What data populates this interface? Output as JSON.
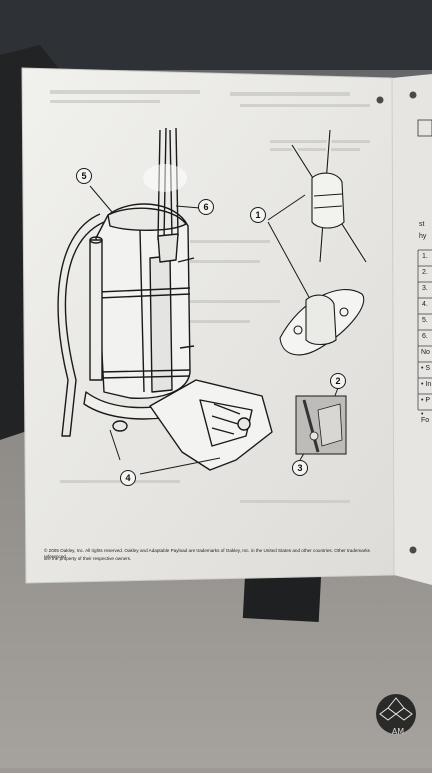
{
  "photo": {
    "caption_line1": "© 2005 Oakley, Inc. All rights reserved. Oakley and Adaptable Payload are trademarks of Oakley, Inc. in the United States and other countries. Other trademarks referenced",
    "caption_line2": "are the property of their respective owners.",
    "callouts": [
      "1",
      "2",
      "3",
      "4",
      "5",
      "6"
    ],
    "right_page_rows": [
      "1.",
      "2.",
      "3.",
      "4.",
      "5.",
      "6.",
      "No",
      "• S",
      "• In",
      "• P",
      "• Fo"
    ],
    "right_page_text": [
      "st",
      "hy"
    ]
  },
  "colors": {
    "paper": "#ecebe8",
    "background_top": "#2f3236",
    "background_bottom": "#9d9a96",
    "ink": "#1a1a1a"
  },
  "watermark": {
    "icon": "logo-icon",
    "label": "AM"
  }
}
